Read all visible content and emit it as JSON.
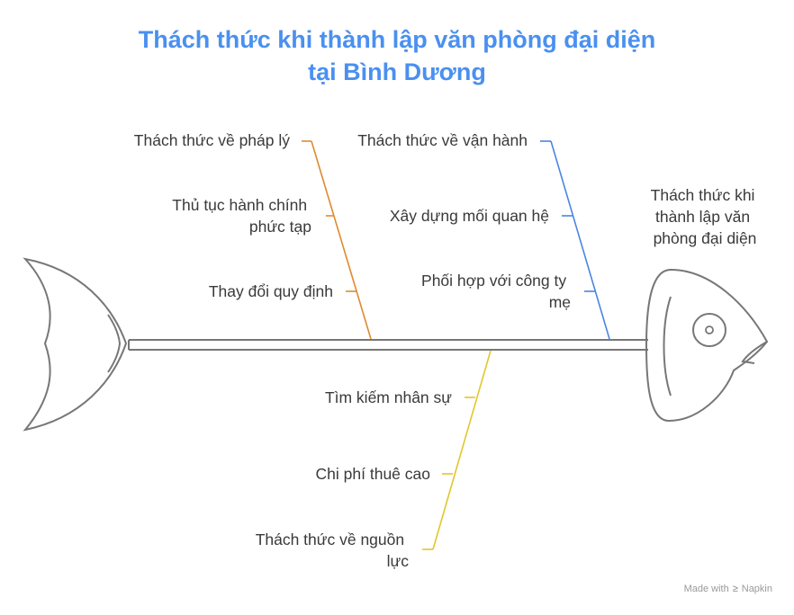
{
  "title": {
    "line1": "Thách thức khi thành lập văn phòng đại diện",
    "line2": "tại Bình Dương"
  },
  "head_label": [
    "Thách thức khi",
    "thành lập văn",
    "phòng đại diện"
  ],
  "branches": {
    "legal": {
      "color": "#e08a2e",
      "items": [
        [
          "Thách thức về pháp lý"
        ],
        [
          "Thủ tục hành chính",
          "phức tạp"
        ],
        [
          "Thay đổi quy định"
        ]
      ]
    },
    "operations": {
      "color": "#4a86e0",
      "items": [
        [
          "Thách thức về vận hành"
        ],
        [
          "Xây dựng mối quan hệ"
        ],
        [
          "Phối hợp với công ty",
          "mẹ"
        ]
      ]
    },
    "resources": {
      "color": "#e0c72e",
      "items": [
        [
          "Tìm kiếm nhân sự"
        ],
        [
          "Chi phí thuê cao"
        ],
        [
          "Thách thức về nguồn",
          "lực"
        ]
      ]
    }
  },
  "footer": {
    "made_with": "Made with",
    "brand": "Napkin",
    "icon": "napkin-logo-icon"
  }
}
